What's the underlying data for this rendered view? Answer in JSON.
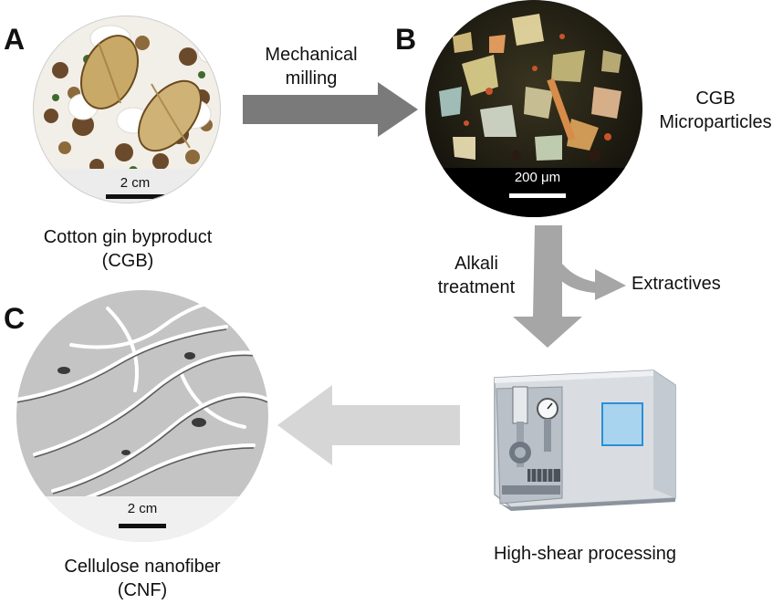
{
  "panels": {
    "a": {
      "letter": "A",
      "caption_line1": "Cotton gin byproduct",
      "caption_line2": "(CGB)",
      "scale": "2 cm"
    },
    "b": {
      "letter": "B",
      "label_line1": "CGB",
      "label_line2": "Microparticles",
      "scale": "200 μm"
    },
    "c": {
      "letter": "C",
      "caption_line1": "Cellulose nanofiber",
      "caption_line2": "(CNF)",
      "scale": "2 cm"
    }
  },
  "steps": {
    "milling_line1": "Mechanical",
    "milling_line2": "milling",
    "alkali_line1": "Alkali",
    "alkali_line2": "treatment",
    "extractives": "Extractives",
    "high_shear": "High-shear processing"
  },
  "colors": {
    "arrow_dark": "#7a7a7a",
    "arrow_mid": "#a6a6a6",
    "arrow_light": "#d6d6d6",
    "microscope_bg": "#1c1a12",
    "machine_body": "#d9dde2",
    "machine_screen": "#a9d4ef"
  }
}
